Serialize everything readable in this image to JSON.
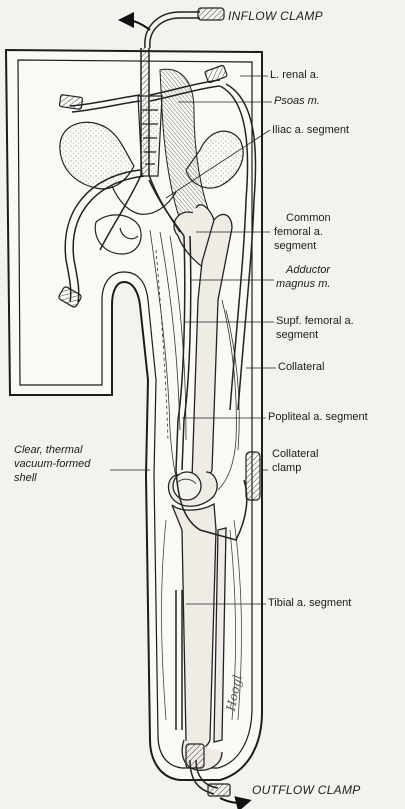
{
  "labels": {
    "inflow_clamp": "INFLOW CLAMP",
    "l_renal": "L. renal a.",
    "psoas": "Psoas m.",
    "iliac_segment": "Iliac a. segment",
    "common_femoral_1": "Common",
    "common_femoral_2": "femoral a.",
    "common_femoral_3": "segment",
    "adductor_1": "Adductor",
    "adductor_2": "magnus m.",
    "supf_femoral_1": "Supf. femoral a.",
    "supf_femoral_2": "segment",
    "collateral": "Collateral",
    "popliteal": "Popliteal a. segment",
    "shell_1": "Clear, thermal",
    "shell_2": "vacuum-formed",
    "shell_3": "shell",
    "collateral_clamp_1": "Collateral",
    "collateral_clamp_2": "clamp",
    "tibial": "Tibial a. segment",
    "outflow_clamp": "OUTFLOW CLAMP"
  },
  "signature": "Hoogl",
  "colors": {
    "paper": "#f4f2ec",
    "ink": "#1c1c1c",
    "shell_fill": "#faf9f5"
  }
}
